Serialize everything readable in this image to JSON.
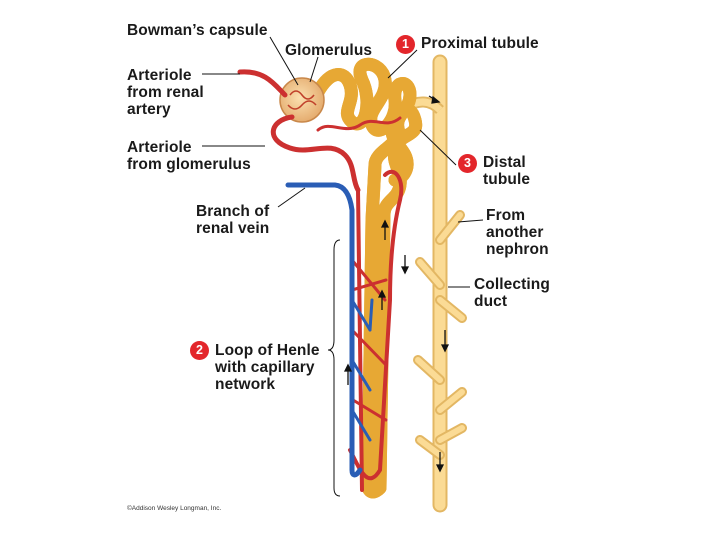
{
  "labels": {
    "bowmans_capsule": "Bowman’s capsule",
    "glomerulus": "Glomerulus",
    "proximal_tubule": "Proximal tubule",
    "arteriole_renal_artery": "Arteriole\nfrom renal\nartery",
    "arteriole_glomerulus": "Arteriole\nfrom glomerulus",
    "branch_renal_vein": "Branch of\nrenal vein",
    "distal_tubule": "Distal\ntubule",
    "from_another_nephron": "From\nanother\nnephron",
    "collecting_duct": "Collecting\nduct",
    "loop_of_henle": "Loop of Henle\nwith capillary\nnetwork"
  },
  "badges": {
    "proximal": "1",
    "loop": "2",
    "distal": "3"
  },
  "credit": "©Addison Wesley Longman, Inc.",
  "colors": {
    "tubule_fill": "#f9cf58",
    "tubule_edge": "#e7a834",
    "duct_fill": "#fbdb95",
    "duct_edge": "#e3b763",
    "artery": "#cc3030",
    "vein": "#2a5db5",
    "badge": "#e3262b"
  }
}
